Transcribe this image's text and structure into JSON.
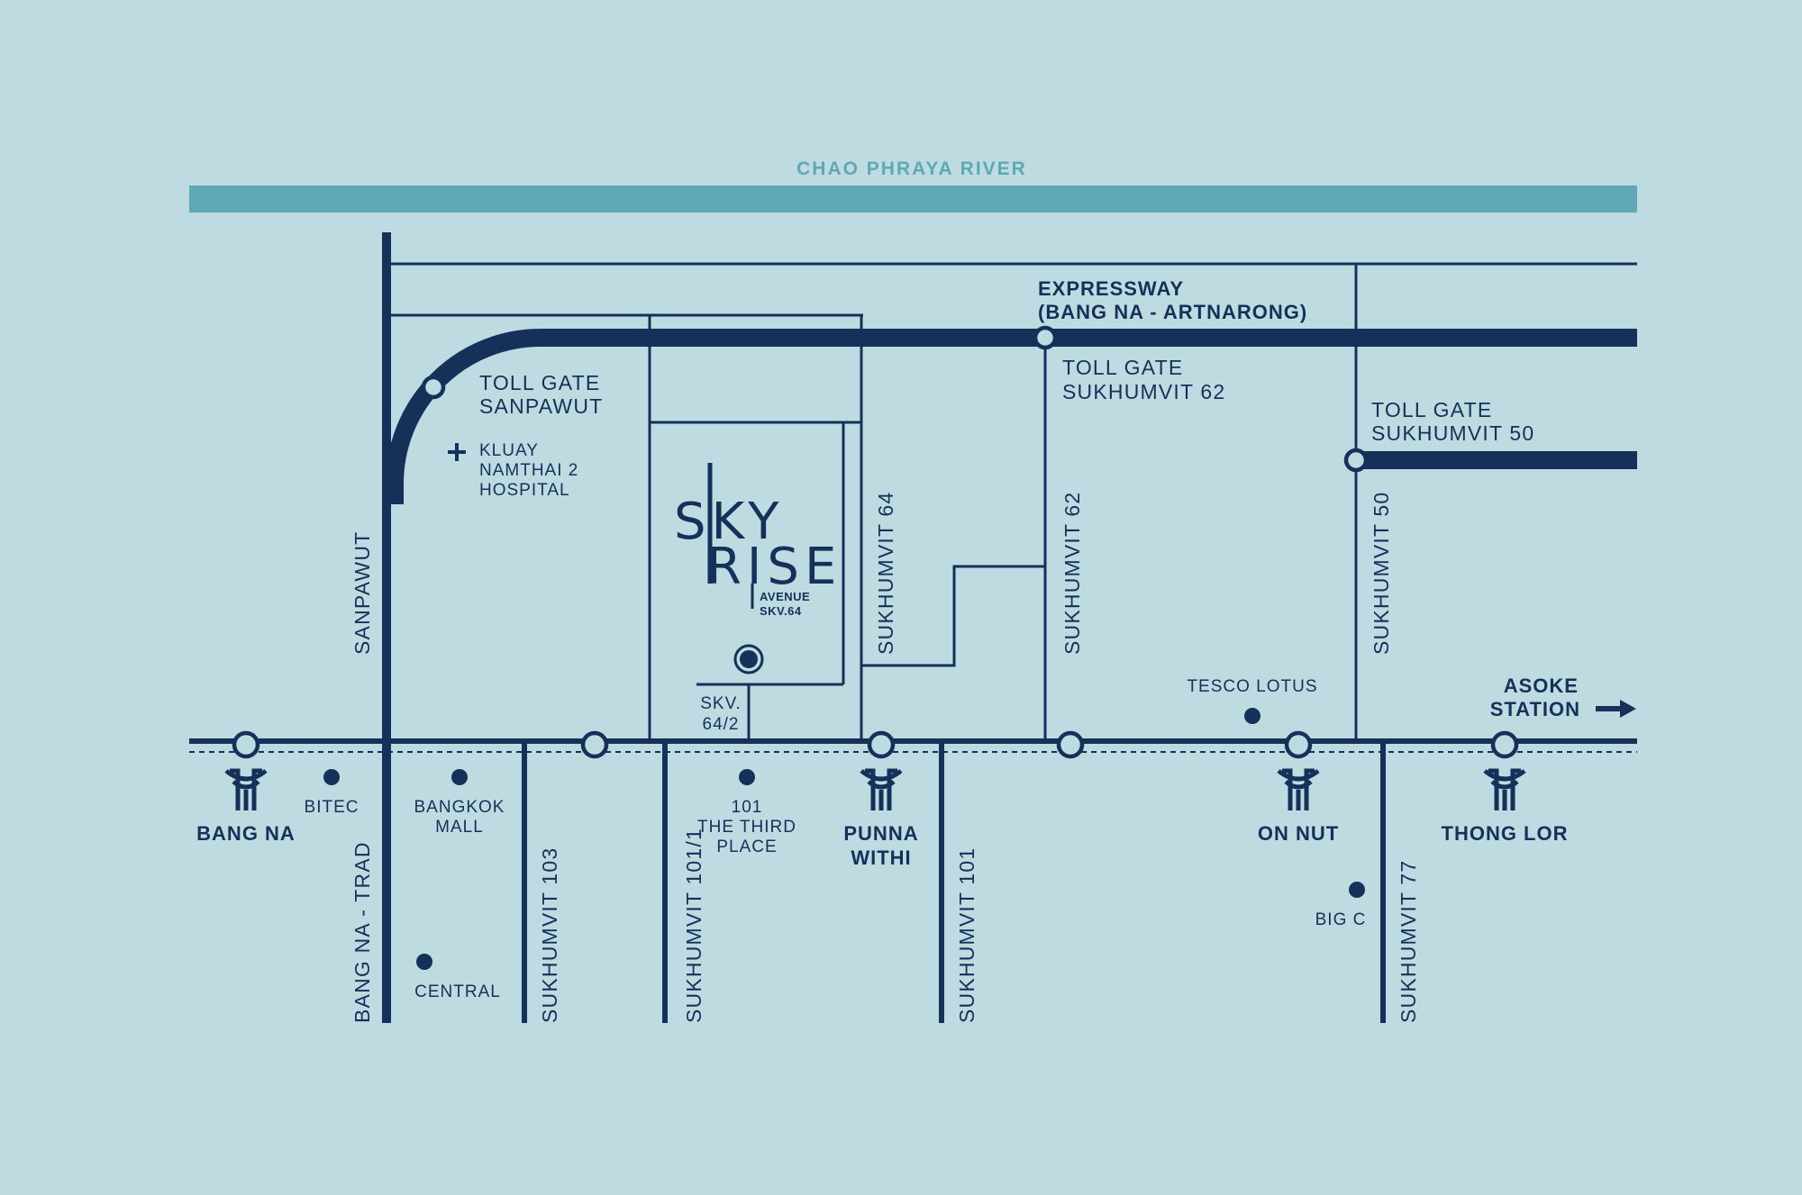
{
  "river": {
    "label": "CHAO PHRAYA RIVER"
  },
  "expressway": {
    "line1": "EXPRESSWAY",
    "line2": "(BANG NA - ARTNARONG)"
  },
  "toll_gates": {
    "sanpawut": [
      "TOLL GATE",
      "SANPAWUT"
    ],
    "sukhumvit62": [
      "TOLL GATE",
      "SUKHUMVIT 62"
    ],
    "sukhumvit50": [
      "TOLL GATE",
      "SUKHUMVIT 50"
    ]
  },
  "hospital": [
    "KLUAY",
    "NAMTHAI 2",
    "HOSPITAL"
  ],
  "project": {
    "line1": "SKY",
    "line2": "RISE",
    "line3": "AVENUE",
    "line4": "SKV.64"
  },
  "soi_label": [
    "SKV.",
    "64/2"
  ],
  "roads": {
    "sanpawut": "SANPAWUT",
    "bangna_trad": "BANG NA - TRAD",
    "sukhumvit103": "SUKHUMVIT 103",
    "sukhumvit101_1": "SUKHUMVIT 101/1",
    "sukhumvit101": "SUKHUMVIT 101",
    "sukhumvit64": "SUKHUMVIT 64",
    "sukhumvit62": "SUKHUMVIT 62",
    "sukhumvit50": "SUKHUMVIT 50",
    "sukhumvit77": "SUKHUMVIT 77"
  },
  "places": {
    "bitec": "BITEC",
    "bangkok_mall": [
      "BANGKOK",
      "MALL"
    ],
    "central": "CENTRAL",
    "third_place": [
      "101",
      "THE THIRD",
      "PLACE"
    ],
    "tesco": "TESCO LOTUS",
    "big_c": "BIG C"
  },
  "stations": {
    "bang_na": "BANG NA",
    "punna_withi": [
      "PUNNA",
      "WITHI"
    ],
    "on_nut": "ON NUT",
    "thong_lor": "THONG LOR",
    "asoke": [
      "ASOKE",
      "STATION"
    ]
  },
  "colors": {
    "background": "#bddbe0",
    "road": "#17305a",
    "river": "#5ea9b4"
  }
}
